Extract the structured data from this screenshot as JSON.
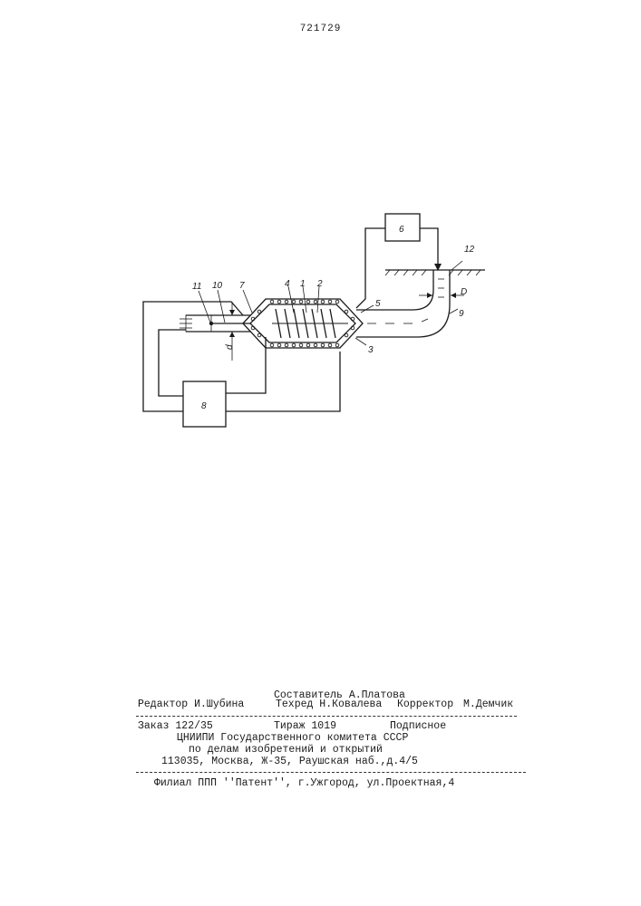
{
  "document": {
    "number": "721729"
  },
  "figure": {
    "labels": {
      "l1": "1",
      "l2": "2",
      "l3": "3",
      "l4": "4",
      "l5": "5",
      "l6": "6",
      "l7": "7",
      "l8": "8",
      "l9": "9",
      "l10": "10",
      "l11": "11",
      "l12": "12",
      "d_small": "d",
      "d_big": "D"
    }
  },
  "imprint": {
    "compiler": "Составитель А.Платова",
    "editor": "Редактор И.Шубина",
    "techred": "Техред Н.Ковалева",
    "corrector_label": "Корректор",
    "corrector_name": "М.Демчик",
    "order": "Заказ 122/35",
    "circulation": "Тираж 1019",
    "subscription": "Подписное",
    "org_line1": "ЦНИИПИ Государственного комитета СССР",
    "org_line2": "по делам изобретений и открытий",
    "address": "113035, Москва, Ж-35, Раушская наб.,д.4/5",
    "branch": "Филиал ППП ''Патент'', г.Ужгород, ул.Проектная,4"
  }
}
